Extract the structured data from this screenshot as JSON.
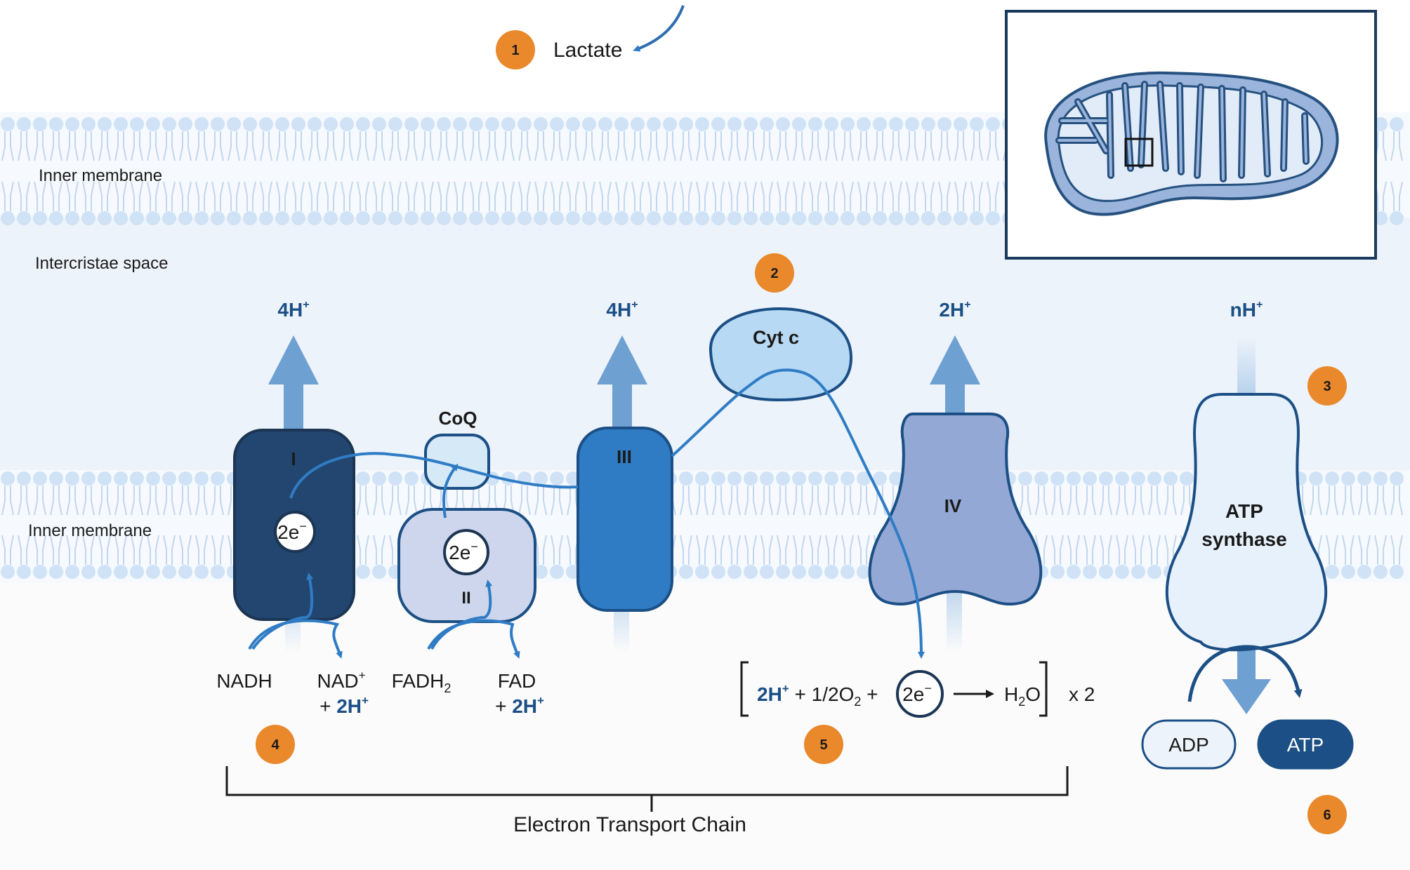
{
  "regions": {
    "top_membrane": "Inner membrane",
    "space": "Intercristae space",
    "bottom_membrane": "Inner membrane"
  },
  "complexes": {
    "c1": "I",
    "c2": "II",
    "c3": "III",
    "c4": "IV",
    "coq": "CoQ",
    "cytc": "Cyt c",
    "atp_synthase_line1": "ATP",
    "atp_synthase_line2": "synthase"
  },
  "protons": {
    "c1": "4H",
    "c3": "4H",
    "c4": "2H",
    "atp": "nH",
    "plus": "+"
  },
  "electrons": {
    "label": "2e",
    "minus": "−"
  },
  "substrates": {
    "lactate": "Lactate",
    "nadh": "NADH",
    "nad_line1": "NAD",
    "nad_plus_sup": "+",
    "nad_line2_prefix": "+ ",
    "nad_line2_bold": "2H",
    "fadh2": "FADH",
    "fadh2_sub": "2",
    "fad_line1": "FAD",
    "fad_line2_prefix": "+ ",
    "fad_line2_bold": "2H"
  },
  "reaction": {
    "h": "2H",
    "h_sup": "+",
    "o2_part": " + 1/2O",
    "o2_sub": "2",
    "plus": " +",
    "product": "H",
    "product_sub": "2",
    "product_end": "O",
    "multiplier": "x 2"
  },
  "atp": {
    "adp": "ADP",
    "atp": "ATP"
  },
  "chain_label": "Electron Transport Chain",
  "steps": [
    "1",
    "2",
    "3",
    "4",
    "5",
    "6"
  ],
  "colors": {
    "membrane_head": "#cfe2f6",
    "membrane_tail": "#c2d7ee",
    "space": "#edf3fa",
    "matrix": "#fbfbfb",
    "complex1": "#22466f",
    "complex2": "#cdd6ec",
    "complex3": "#2f7cc5",
    "complex4": "#93a8d5",
    "coq": "#d6e9f7",
    "cytc": "#b7d9f4",
    "atp_synthase": "#e7f1fb",
    "stroke": "#1b4f85",
    "electron_path": "#2f7cc5",
    "proton_arrow": "#6ea0d2",
    "badge": "#e9892c",
    "atp_fill": "#1b4f85"
  }
}
